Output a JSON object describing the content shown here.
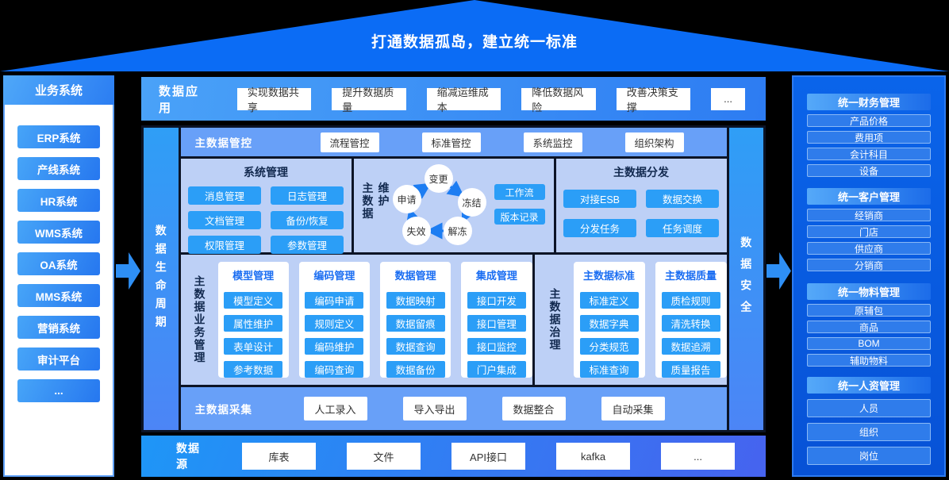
{
  "banner": {
    "title": "打通数据孤岛，建立统一标准"
  },
  "left_sidebar": {
    "title": "业务系统",
    "items": [
      "ERP系统",
      "产线系统",
      "HR系统",
      "WMS系统",
      "OA系统",
      "MMS系统",
      "营销系统",
      "审计平台",
      "..."
    ]
  },
  "data_application": {
    "label": "数据应用",
    "items": [
      "实现数据共享",
      "提升数据质量",
      "缩减运维成本",
      "降低数据风险",
      "改善决策支撑",
      "..."
    ]
  },
  "lifecycle_label": "数据生命周期",
  "security_label": "数据安全",
  "governance_bar": {
    "label": "主数据管控",
    "items": [
      "流程管控",
      "标准管控",
      "系统监控",
      "组织架构"
    ]
  },
  "system_mgmt": {
    "title": "系统管理",
    "items": [
      "消息管理",
      "日志管理",
      "文档管理",
      "备份/恢复",
      "权限管理",
      "参数管理"
    ]
  },
  "maintenance": {
    "title": "主数据维护",
    "cycle": [
      "变更",
      "冻结",
      "解冻",
      "失效",
      "申请"
    ],
    "items": [
      "工作流",
      "版本记录"
    ]
  },
  "distribution": {
    "title": "主数据分发",
    "items": [
      "对接ESB",
      "数据交换",
      "分发任务",
      "任务调度"
    ]
  },
  "business_mgmt": {
    "title": "主数据业务管理",
    "columns": [
      {
        "title": "模型管理",
        "items": [
          "模型定义",
          "属性维护",
          "表单设计",
          "参考数据"
        ]
      },
      {
        "title": "编码管理",
        "items": [
          "编码申请",
          "规则定义",
          "编码维护",
          "编码查询"
        ]
      },
      {
        "title": "数据管理",
        "items": [
          "数据映射",
          "数据留痕",
          "数据查询",
          "数据备份"
        ]
      },
      {
        "title": "集成管理",
        "items": [
          "接口开发",
          "接口管理",
          "接口监控",
          "门户集成"
        ]
      }
    ]
  },
  "data_governance": {
    "title": "主数据治理",
    "columns": [
      {
        "title": "主数据标准",
        "items": [
          "标准定义",
          "数据字典",
          "分类规范",
          "标准查询"
        ]
      },
      {
        "title": "主数据质量",
        "items": [
          "质检规则",
          "清洗转换",
          "数据追溯",
          "质量报告"
        ]
      }
    ]
  },
  "collection_bar": {
    "label": "主数据采集",
    "items": [
      "人工录入",
      "导入导出",
      "数据整合",
      "自动采集"
    ]
  },
  "data_source": {
    "label": "数据源",
    "items": [
      "库表",
      "文件",
      "API接口",
      "kafka",
      "..."
    ]
  },
  "right_sidebar": {
    "groups": [
      {
        "title": "统一财务管理",
        "items": [
          "产品价格",
          "费用项",
          "会计科目",
          "设备"
        ]
      },
      {
        "title": "统一客户管理",
        "items": [
          "经销商",
          "门店",
          "供应商",
          "分销商"
        ]
      },
      {
        "title": "统一物料管理",
        "items": [
          "原辅包",
          "商品",
          "BOM",
          "辅助物料"
        ]
      },
      {
        "title": "统一人资管理",
        "items": [
          "人员",
          "组织",
          "岗位"
        ]
      }
    ]
  },
  "colors": {
    "roof_blue": "#0b6cf5",
    "accent_blue": "#2b9ef7",
    "panel_periwinkle": "#bdd0f6",
    "band_blue": "#68a0f8",
    "deep_blue": "#0a5ce0"
  }
}
